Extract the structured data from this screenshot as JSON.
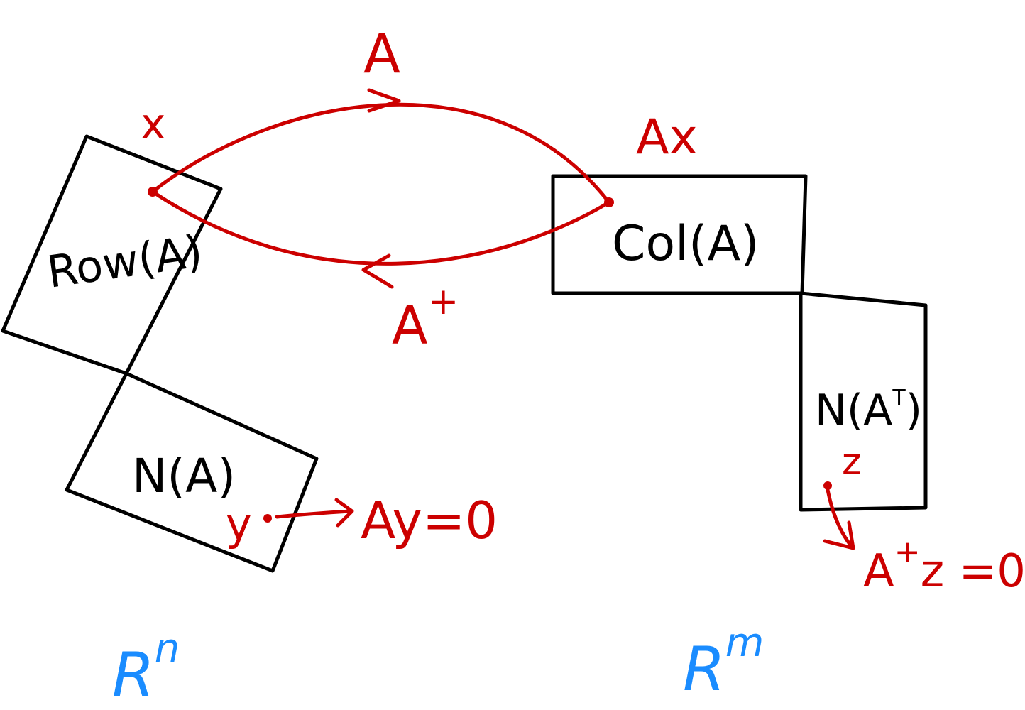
{
  "colors": {
    "black_ink": "#000000",
    "red_ink": "#cc0000",
    "blue_ink": "#1a8cff",
    "background": "#ffffff"
  },
  "domain_space": {
    "label_base": "R",
    "label_exp": "n",
    "row_space_label": "Row(A)",
    "null_space_label": "N(A)",
    "point_x_label": "x",
    "point_y_label": "y",
    "null_map_result": "Ay=0"
  },
  "codomain_space": {
    "label_base": "R",
    "label_exp": "m",
    "col_space_label": "Col(A)",
    "left_null_base": "N(A",
    "left_null_sup": "T",
    "left_null_close": ")",
    "point_ax_label": "Ax",
    "point_z_label": "z",
    "pinv_result_base": "A",
    "pinv_result_sup": "+",
    "pinv_result_tail": "z =0"
  },
  "mappings": {
    "forward_label": "A",
    "inverse_base": "A",
    "inverse_sup": "+"
  }
}
